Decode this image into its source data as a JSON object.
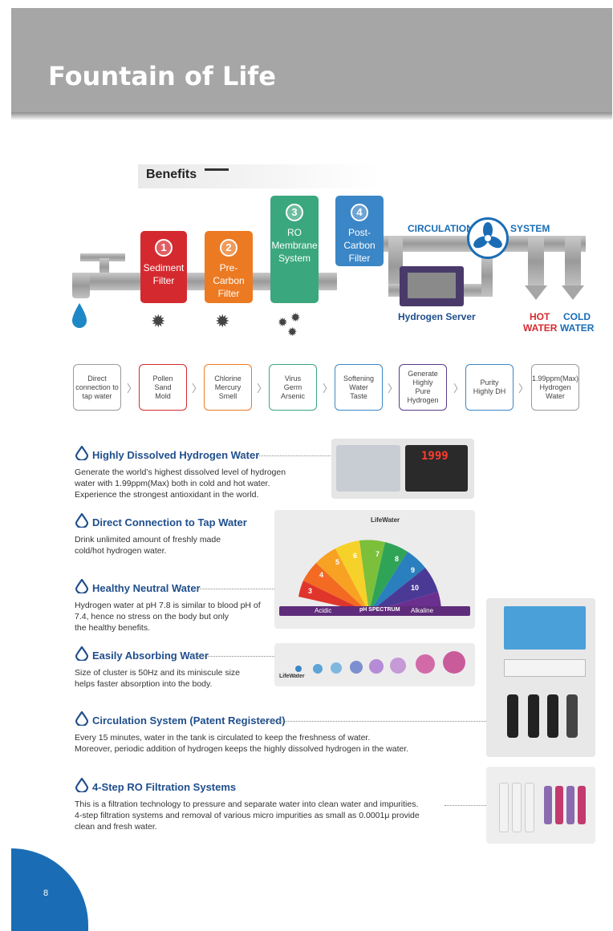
{
  "header": {
    "title": "Fountain of Life"
  },
  "benefits": {
    "label": "Benefits"
  },
  "filters": [
    {
      "num": "1",
      "label1": "Sediment",
      "label2": "Filter",
      "color": "#d42a2f"
    },
    {
      "num": "2",
      "label1": "Pre-Carbon",
      "label2": "Filter",
      "color": "#ec7a22"
    },
    {
      "num": "3",
      "label1": "RO",
      "label2": "Membrane",
      "label3": "System",
      "color": "#3ba77f"
    },
    {
      "num": "4",
      "label1": "Post-Carbon",
      "label2": "Filter",
      "color": "#3b86c6"
    }
  ],
  "flow": {
    "circulation": "CIRCULATION",
    "system": "SYSTEM",
    "hydrogen_server": "Hydrogen Server",
    "hot1": "HOT",
    "hot2": "WATER",
    "cold1": "COLD",
    "cold2": "WATER"
  },
  "steps": [
    {
      "l1": "Direct",
      "l2": "connection to",
      "l3": "tap water",
      "border": "#9a9a9a"
    },
    {
      "l1": "Pollen",
      "l2": "Sand",
      "l3": "Mold",
      "border": "#d42a2f"
    },
    {
      "l1": "Chlorine",
      "l2": "Mercury",
      "l3": "Smell",
      "border": "#ec7a22"
    },
    {
      "l1": "Virus",
      "l2": "Germ",
      "l3": "Arsenic",
      "border": "#3ba77f"
    },
    {
      "l1": "Softening",
      "l2": "Water",
      "l3": "Taste",
      "border": "#3b86c6"
    },
    {
      "l1": "Generate",
      "l2": "Highly",
      "l3": "Pure",
      "l4": "Hydrogen",
      "border": "#5b3a8a"
    },
    {
      "l1": "Purity",
      "l2": "Highly DH",
      "l3": "",
      "border": "#3b86c6"
    },
    {
      "l1": "1.99ppm(Max)",
      "l2": "Hydrogen",
      "l3": "Water",
      "border": "#9a9a9a"
    }
  ],
  "sections": [
    {
      "title": "Highly Dissolved Hydrogen Water",
      "body": [
        "Generate the world’s highest dissolved level of hydrogen",
        "water with 1.99ppm(Max) both in cold and hot water.",
        "Experience the strongest antioxidant in the world."
      ]
    },
    {
      "title": "Direct Connection to Tap Water",
      "body": [
        "Drink unlimited amount of freshly made",
        "cold/hot hydrogen water."
      ]
    },
    {
      "title": "Healthy Neutral Water",
      "body": [
        "Hydrogen water at pH 7.8 is similar to blood pH of",
        "7.4, hence no stress on the body but only",
        "the healthy benefits."
      ]
    },
    {
      "title": "Easily Absorbing Water",
      "body": [
        "Size of cluster is 50Hz and its miniscule size",
        "helps faster absorption into the body."
      ]
    },
    {
      "title": "Circulation System (Patent Registered)",
      "body": [
        "Every 15 minutes, water in the tank is circulated to keep the freshness of water.",
        "Moreover, periodic addition of hydrogen keeps the highly dissolved hydrogen in the water."
      ]
    },
    {
      "title": "4-Step RO Filtration Systems",
      "body": [
        "This is a filtration technology to pressure and separate water into clean water and impurities.",
        "4-step filtration systems and removal of various micro impurities as small as 0.0001μ provide",
        "clean and fresh water."
      ]
    }
  ],
  "meter_display": "1999",
  "ph_chart": {
    "lifewater": "LifeWater",
    "acidic": "Acidic",
    "spectrum": "pH SPECTRUM",
    "alkaline": "Alkaline",
    "numbers": [
      "3",
      "4",
      "5",
      "6",
      "7",
      "8",
      "9",
      "10"
    ]
  },
  "cluster": {
    "label": "LifeWater"
  },
  "page_number": "8"
}
